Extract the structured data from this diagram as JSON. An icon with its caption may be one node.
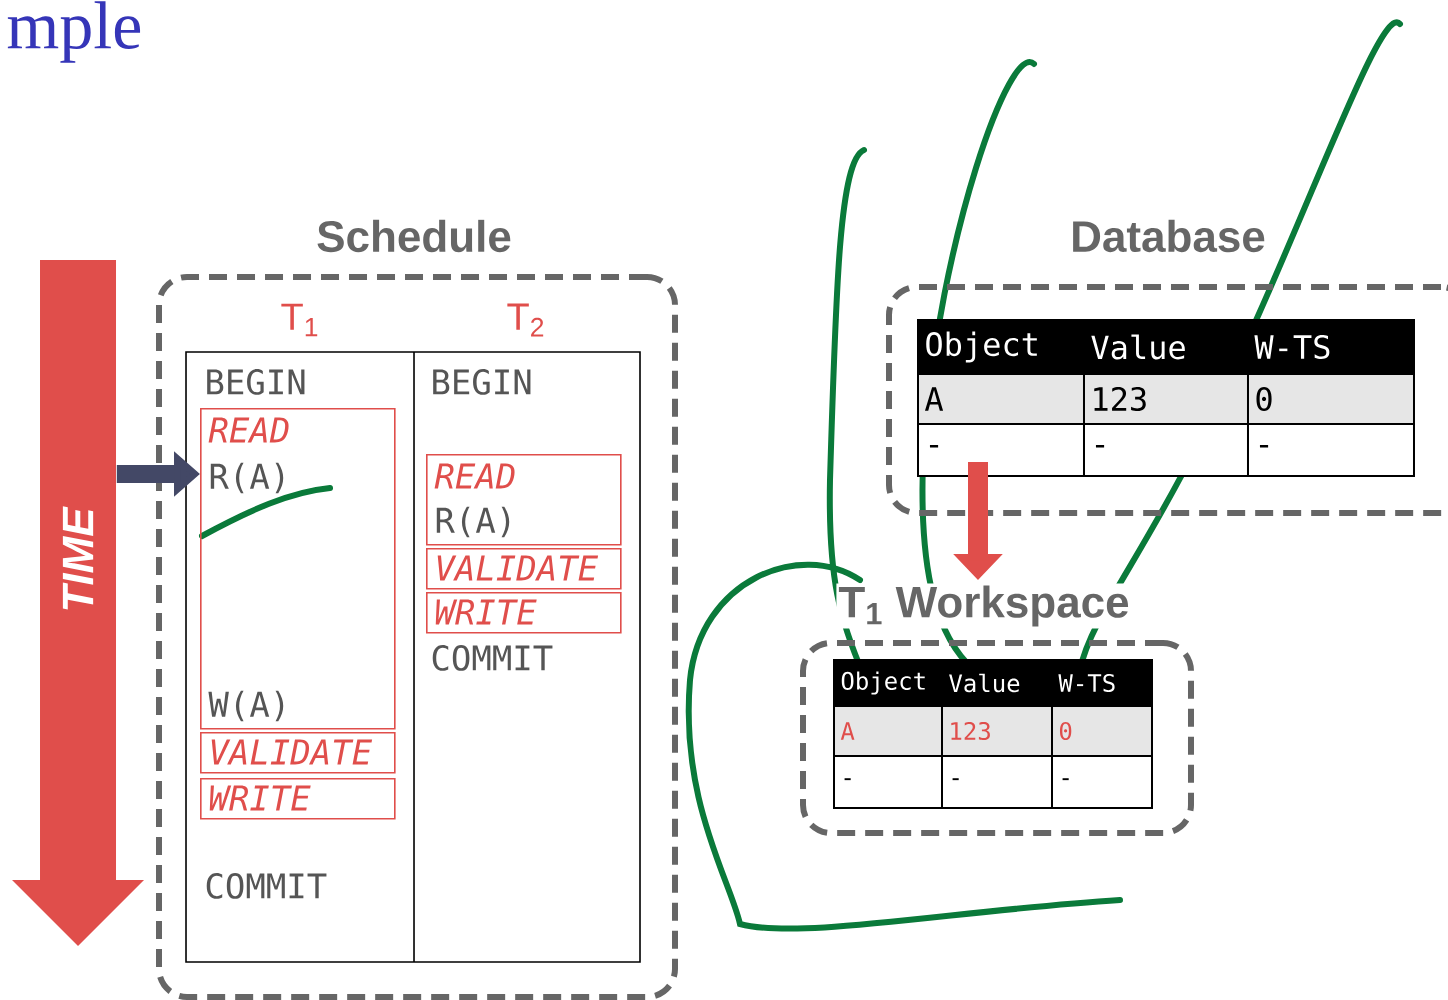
{
  "diagram": {
    "title": "mple",
    "nodes": [
      {
        "text": [
          "Schedule"
        ]
      },
      {
        "text": [
          "READ",
          "R(A)",
          "W(A)"
        ],
        "in": 0
      },
      {
        "text": [
          "VALIDATE"
        ],
        "in": 0
      },
      {
        "text": [
          "WRITE"
        ],
        "in": 0
      },
      {
        "text": [
          "READ",
          "R(A)"
        ],
        "in": 0
      },
      {
        "text": [
          "VALIDATE"
        ],
        "in": 0
      },
      {
        "text": [
          "WRITE"
        ],
        "in": 0
      },
      {
        "text": [
          "Database"
        ]
      },
      {
        "text": [
          "T$_{1}$ Workspace"
        ]
      },
      {
        "text": [
          "TIME"
        ]
      }
    ],
    "edges": [
      {
        "from": 9,
        "to": 1,
        "arrow": "to",
        "color": "#434866"
      },
      {
        "from": 7,
        "to": 8,
        "arrow": "to",
        "color": "#e04e4b"
      }
    ],
    "labels": [
      "T$_{1}$",
      "T$_{2}$",
      "BEGIN",
      "BEGIN",
      "COMMIT",
      "COMMIT",
      "Object",
      "Value",
      "W-TS",
      "A",
      "123",
      "0",
      "-",
      "-",
      "-",
      "Object",
      "Value",
      "W-TS",
      "A",
      "123",
      "0",
      "-",
      "-",
      "-"
    ]
  }
}
